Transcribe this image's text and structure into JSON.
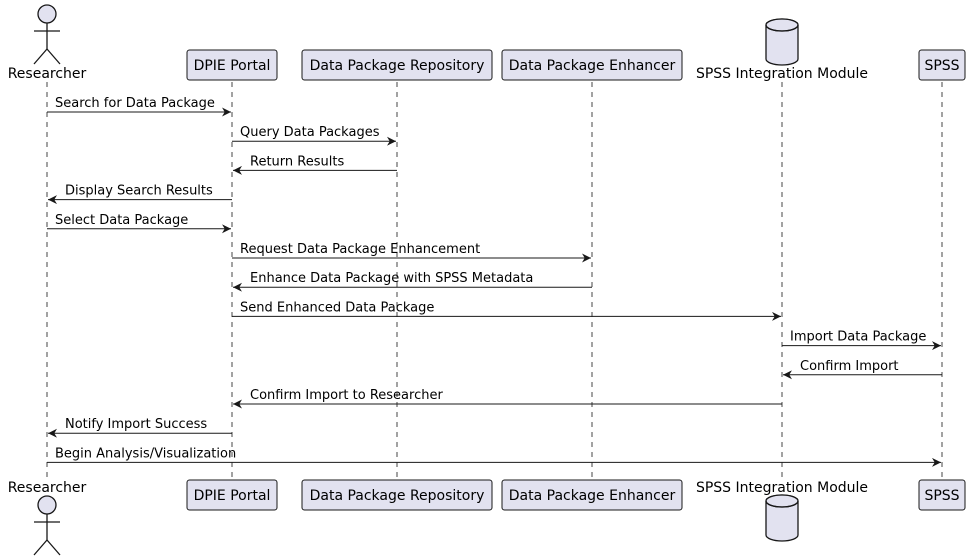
{
  "participants": [
    {
      "id": "researcher",
      "label": "Researcher",
      "kind": "actor"
    },
    {
      "id": "portal",
      "label": "DPIE Portal",
      "kind": "box"
    },
    {
      "id": "repository",
      "label": "Data Package Repository",
      "kind": "box"
    },
    {
      "id": "enhancer",
      "label": "Data Package Enhancer",
      "kind": "box"
    },
    {
      "id": "integration",
      "label": "SPSS Integration Module",
      "kind": "database"
    },
    {
      "id": "spss",
      "label": "SPSS",
      "kind": "box"
    }
  ],
  "messages": [
    {
      "from": "researcher",
      "to": "portal",
      "label": "Search for Data Package"
    },
    {
      "from": "portal",
      "to": "repository",
      "label": "Query Data Packages"
    },
    {
      "from": "repository",
      "to": "portal",
      "label": "Return Results"
    },
    {
      "from": "portal",
      "to": "researcher",
      "label": "Display Search Results"
    },
    {
      "from": "researcher",
      "to": "portal",
      "label": "Select Data Package"
    },
    {
      "from": "portal",
      "to": "enhancer",
      "label": "Request Data Package Enhancement"
    },
    {
      "from": "enhancer",
      "to": "portal",
      "label": "Enhance Data Package with SPSS Metadata"
    },
    {
      "from": "portal",
      "to": "integration",
      "label": "Send Enhanced Data Package"
    },
    {
      "from": "integration",
      "to": "spss",
      "label": "Import Data Package"
    },
    {
      "from": "spss",
      "to": "integration",
      "label": "Confirm Import"
    },
    {
      "from": "integration",
      "to": "portal",
      "label": "Confirm Import to Researcher"
    },
    {
      "from": "portal",
      "to": "researcher",
      "label": "Notify Import Success"
    },
    {
      "from": "researcher",
      "to": "spss",
      "label": "Begin Analysis/Visualization"
    }
  ],
  "colors": {
    "participant_fill": "#e2e2f0",
    "participant_border": "#181818",
    "lifeline": "#181818",
    "arrow": "#181818",
    "text": "#000000"
  }
}
